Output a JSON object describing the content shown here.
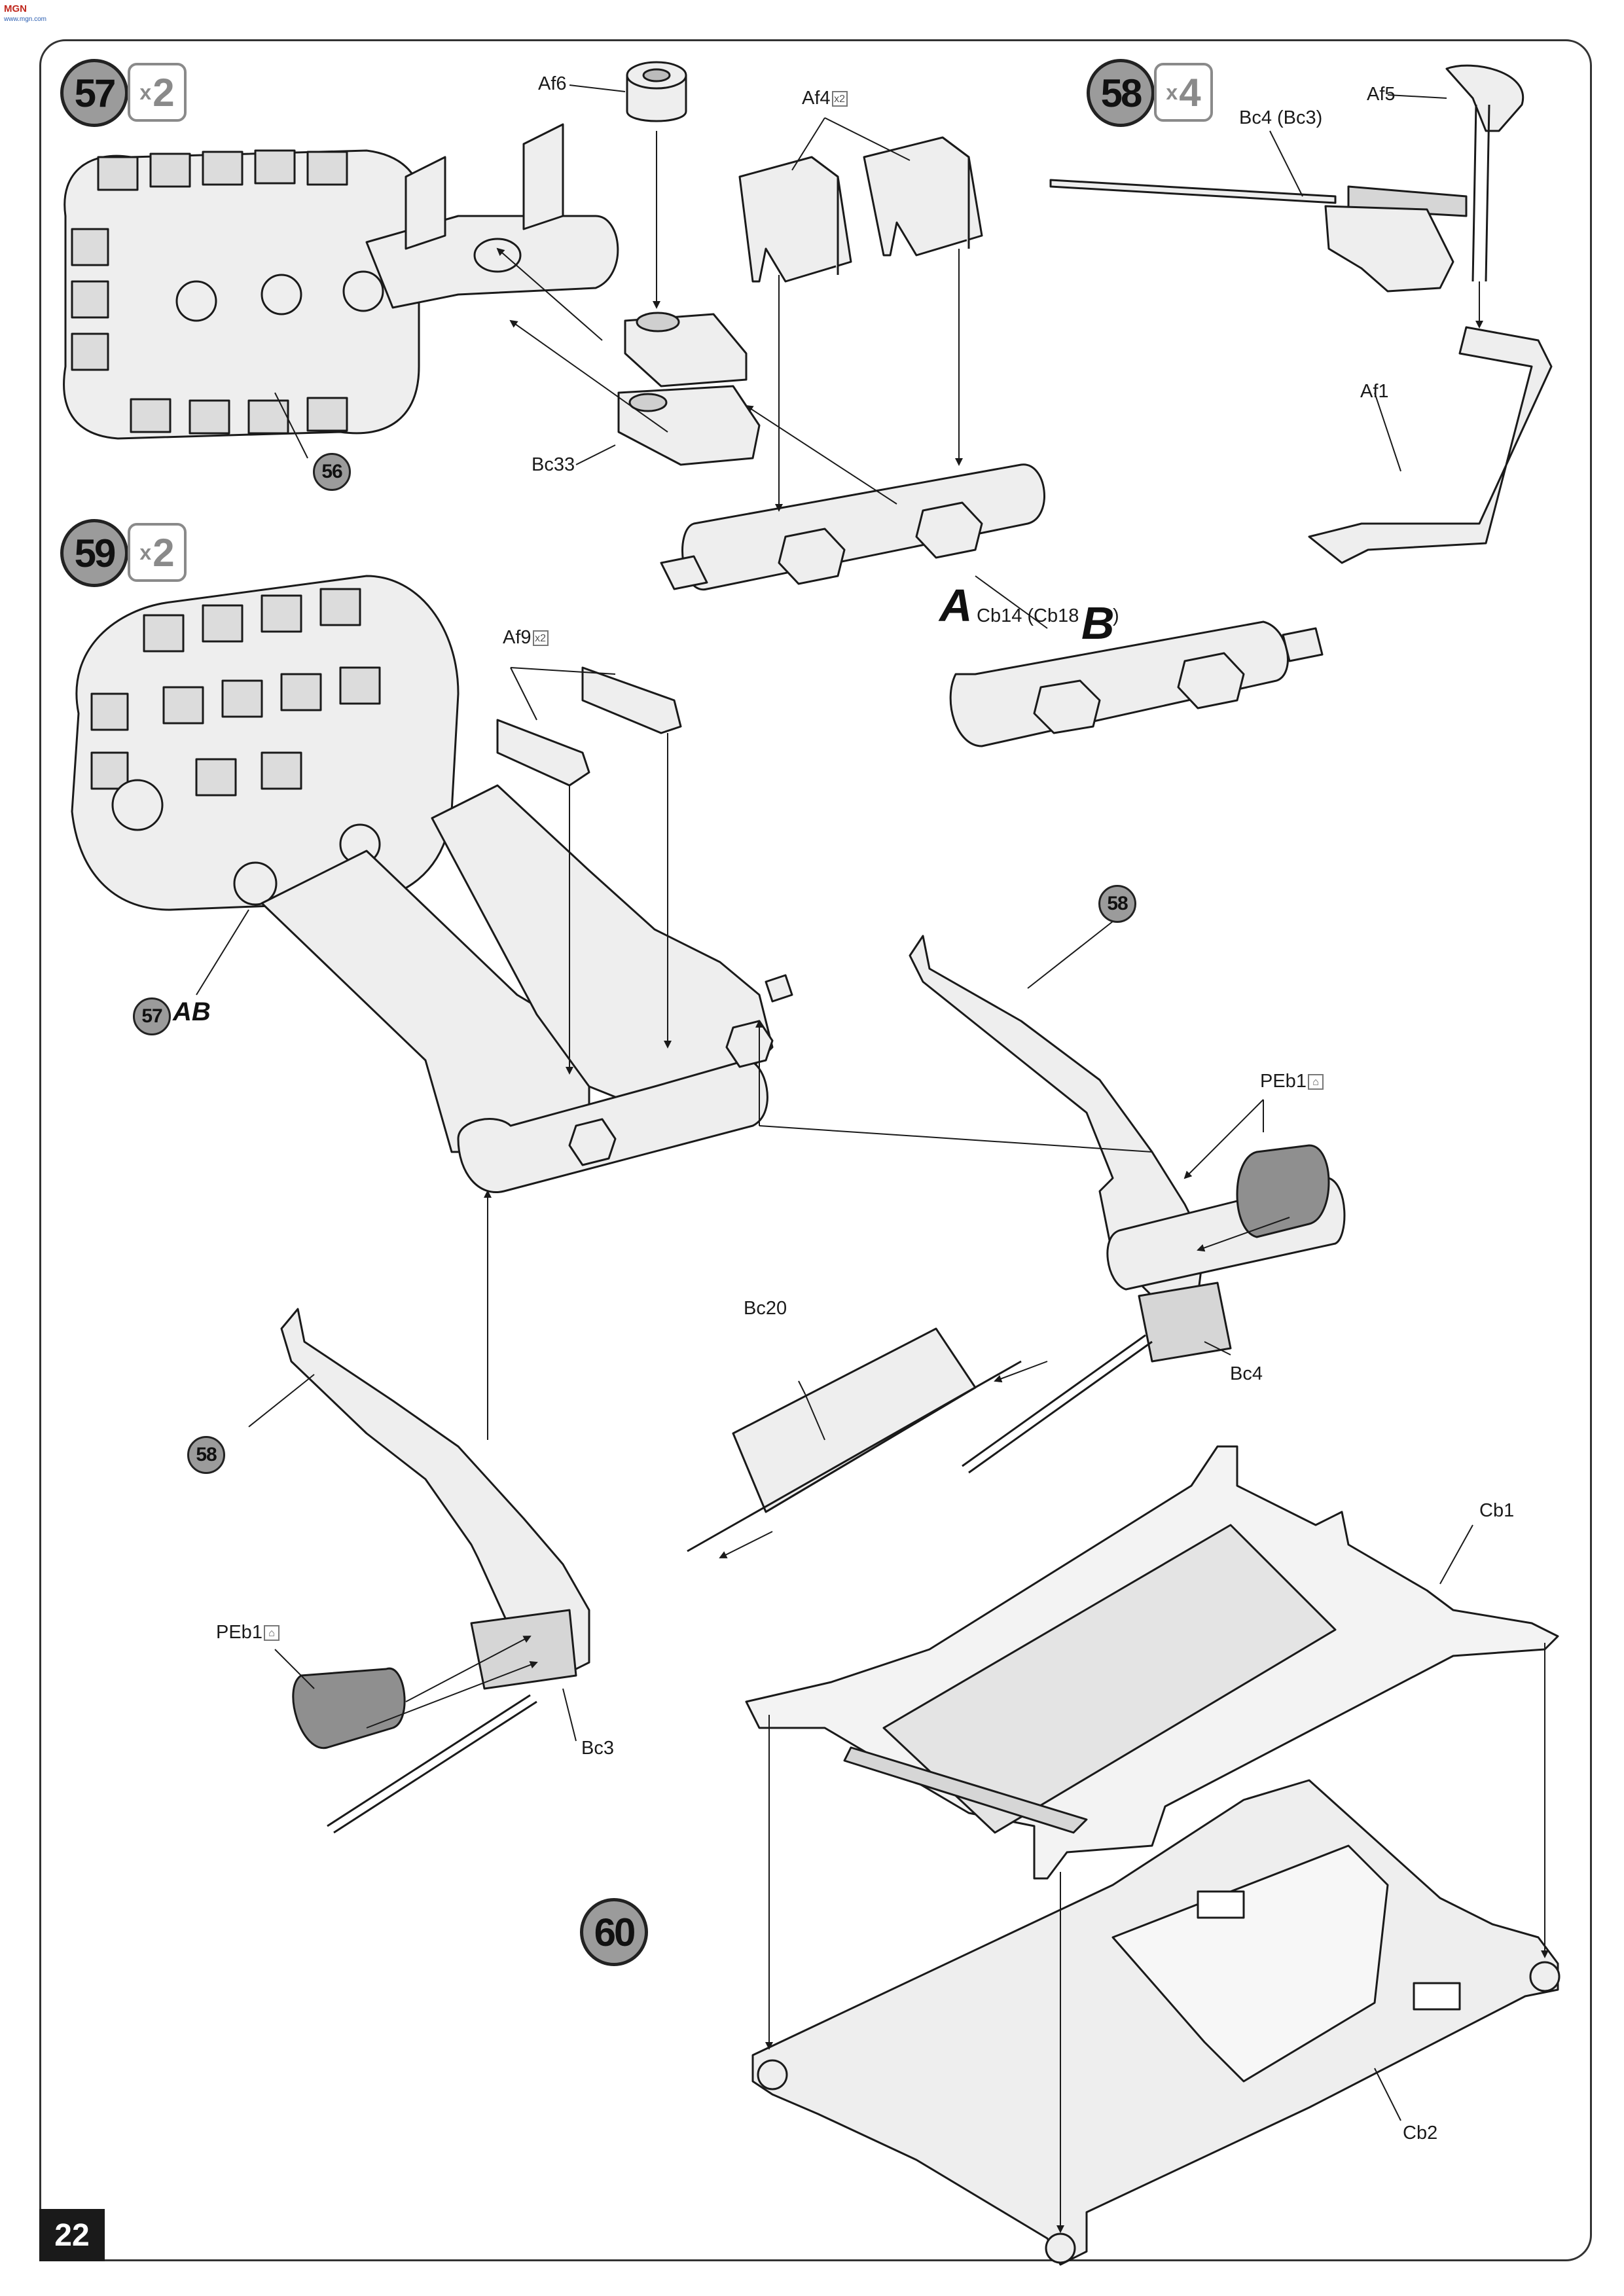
{
  "logo": {
    "top": "MGN",
    "sub": "www.mgn.com"
  },
  "steps": {
    "s57": {
      "number": "57",
      "mult_x": "x",
      "mult_n": "2"
    },
    "s58": {
      "number": "58",
      "mult_x": "x",
      "mult_n": "4"
    },
    "s59": {
      "number": "59",
      "mult_x": "x",
      "mult_n": "2"
    },
    "s60": {
      "number": "60"
    }
  },
  "refs": {
    "r56": "56",
    "r57": "57",
    "r58a": "58",
    "r58b": "58",
    "ab": "AB"
  },
  "labels": {
    "af6": "Af6",
    "af4": "Af4",
    "af5": "Af5",
    "bc4bc3": "Bc4 (Bc3)",
    "af1": "Af1",
    "bc33": "Bc33",
    "cb14": "Cb14 (Cb18",
    "cb14_close": ")",
    "af9": "Af9",
    "peb1_right": "PEb1",
    "peb1_left": "PEb1",
    "bc20": "Bc20",
    "bc4": "Bc4",
    "bc3": "Bc3",
    "cb1": "Cb1",
    "cb2": "Cb2",
    "x2_small": "x2"
  },
  "letters": {
    "a": "A",
    "b": "B"
  },
  "page_number": "22",
  "colors": {
    "badge": "#9b9b9b",
    "part_fill": "#eeeeee",
    "line": "#1a1a1a",
    "rubber": "#8f8f8f"
  }
}
